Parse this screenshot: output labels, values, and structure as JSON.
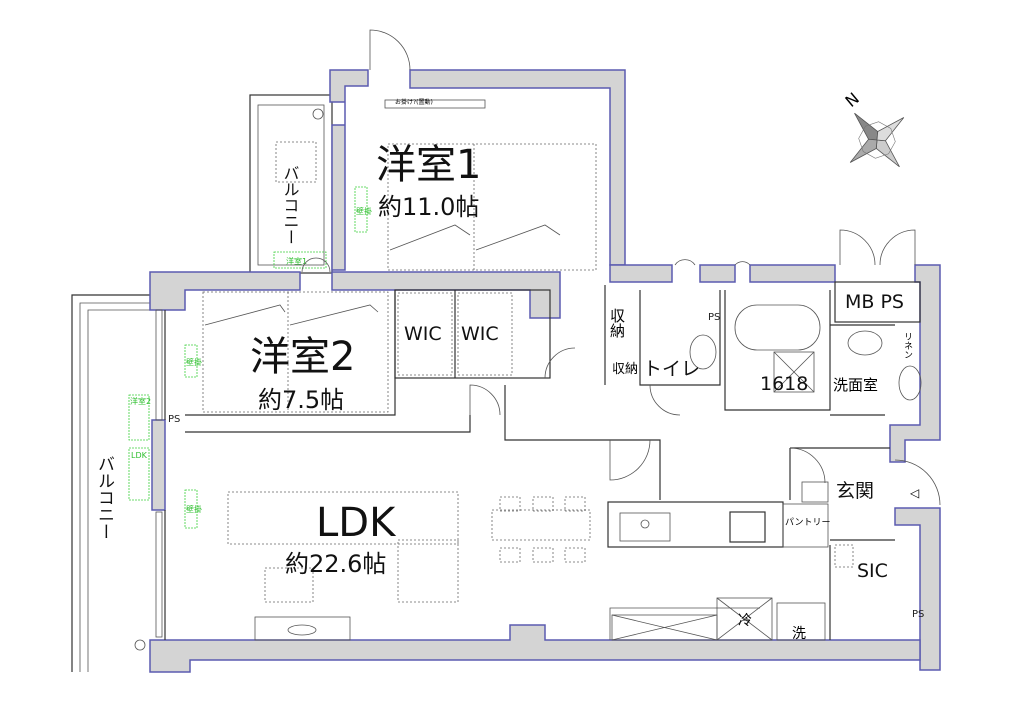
{
  "rooms": {
    "western1": {
      "name": "洋室1",
      "area": "約11.0帖",
      "note": "お掛け?(置動)"
    },
    "western2": {
      "name": "洋室2",
      "area": "約7.5帖"
    },
    "ldk": {
      "name": "LDK",
      "area": "約22.6帖"
    },
    "wic1": "WIC",
    "wic2": "WIC",
    "storage1": "収納",
    "storage2": "収納",
    "toilet": "トイレ",
    "bath": "1618",
    "washroom": "洗面室",
    "linen": "リネン",
    "mbps": "MB PS",
    "entrance": "玄関",
    "sic": "SIC",
    "pantry": "パントリー",
    "fridge": "冷",
    "washer": "洗",
    "balcony_top": "バルコニー",
    "balcony_left": "バルコニー"
  },
  "labels": {
    "ps_toilet": "PS",
    "ps_western2": "PS",
    "ps_sic": "PS",
    "wall_mount": "壁掛",
    "ac_western1": "洋室1",
    "ac_western2": "洋室2",
    "ac_ldk": "LDK"
  },
  "compass": {
    "label": "N"
  },
  "colors": {
    "wall_fill": "#d4d4d4",
    "wall_outline": "#5b5bb0",
    "equipment_green": "#3ccf3c"
  }
}
